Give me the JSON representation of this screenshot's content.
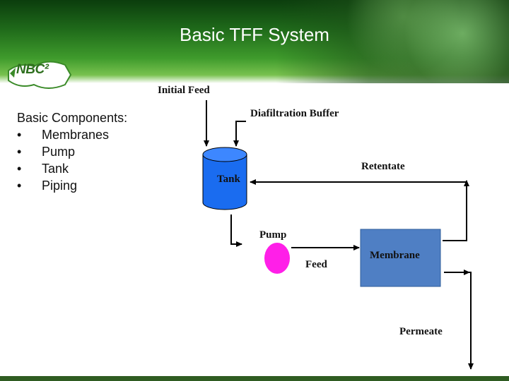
{
  "slide": {
    "title": "Basic TFF System",
    "logo_text": "NBC²"
  },
  "components": {
    "heading": "Basic Components:",
    "bullet": "•",
    "items": [
      "Membranes",
      "Pump",
      "Tank",
      "Piping"
    ]
  },
  "diagram": {
    "initial_feed": "Initial Feed",
    "diafiltration_buffer": "Diafiltration Buffer",
    "tank": "Tank",
    "retentate": "Retentate",
    "pump": "Pump",
    "feed": "Feed",
    "membrane": "Membrane",
    "permeate": "Permeate"
  },
  "colors": {
    "tank_fill": "#1a6cf0",
    "pump_fill": "#ff1fe8",
    "membrane_fill": "#4f7fc4",
    "header_dark": "#0b3d0d",
    "header_light": "#78c14e"
  }
}
